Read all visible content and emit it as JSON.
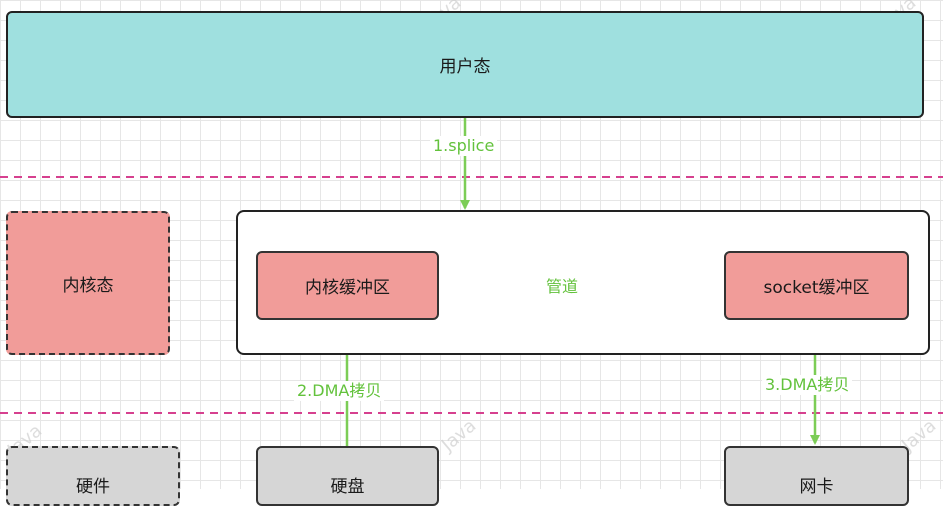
{
  "user_space": "用户态",
  "kernel_space": "内核态",
  "hardware": "硬件",
  "kernel_buffer": "内核缓冲区",
  "socket_buffer": "socket缓冲区",
  "disk": "硬盘",
  "nic": "网卡",
  "edges": {
    "splice": "1.splice",
    "dma_in": "2.DMA拷贝",
    "pipe": "管道",
    "dma_out": "3.DMA拷贝"
  },
  "watermark": "Java",
  "colors": {
    "user_fill": "#9fe0df",
    "kernel_fill": "#f19c99",
    "hardware_fill": "#d6d6d6",
    "arrow": "#7ccd56",
    "separator": "#d6408f"
  }
}
